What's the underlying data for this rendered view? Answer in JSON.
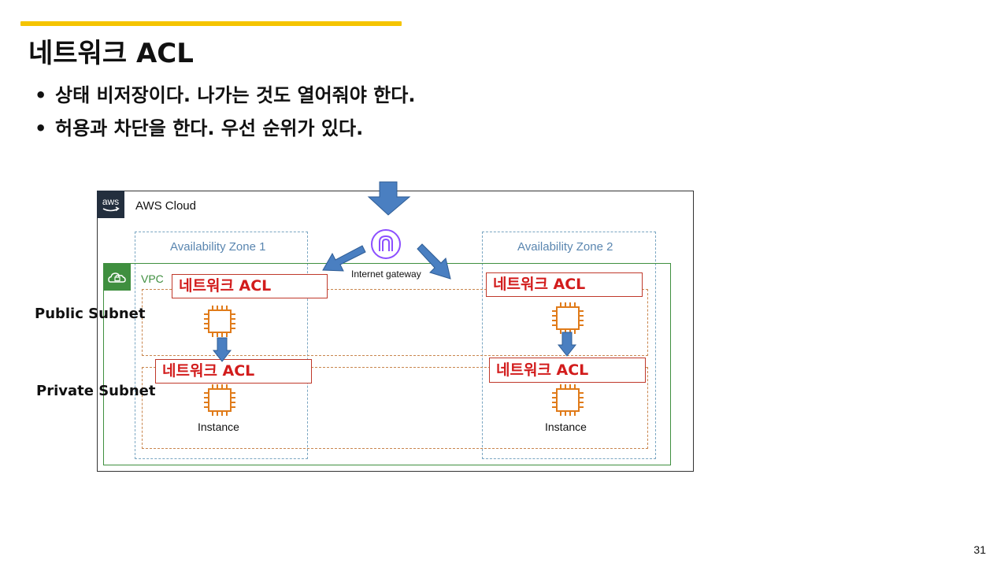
{
  "slide": {
    "title": "네트워크 ACL",
    "bullet_symbol": "•",
    "bullets": [
      "상태 비저장이다. 나가는 것도 열어줘야 한다.",
      "허용과 차단을 한다. 우선 순위가 있다."
    ],
    "page_number": "31",
    "accent_color": "#f5c400"
  },
  "diagram": {
    "aws_cloud_label": "AWS Cloud",
    "aws_logo_text": "aws",
    "availability_zones": [
      "Availability Zone 1",
      "Availability Zone 2"
    ],
    "vpc_label": "VPC",
    "gateway_label": "Internet gateway",
    "subnets": [
      "Public Subnet",
      "Private Subnet"
    ],
    "acl_label": "네트워크 ACL",
    "instance_label": "Instance",
    "colors": {
      "acl_text": "#d21c1c",
      "acl_border": "#c0392b",
      "arrow_fill": "#4a7fc1",
      "vpc_green": "#3f8f3f",
      "az_blue": "#5a86b0",
      "subnet_orange": "#c9864e",
      "instance_orange": "#e07b1a",
      "aws_dark": "#232f3e"
    },
    "icons": [
      "aws-logo-icon",
      "vpc-lock-icon",
      "internet-gateway-icon",
      "ec2-instance-icon",
      "arrow-down-icon"
    ]
  }
}
